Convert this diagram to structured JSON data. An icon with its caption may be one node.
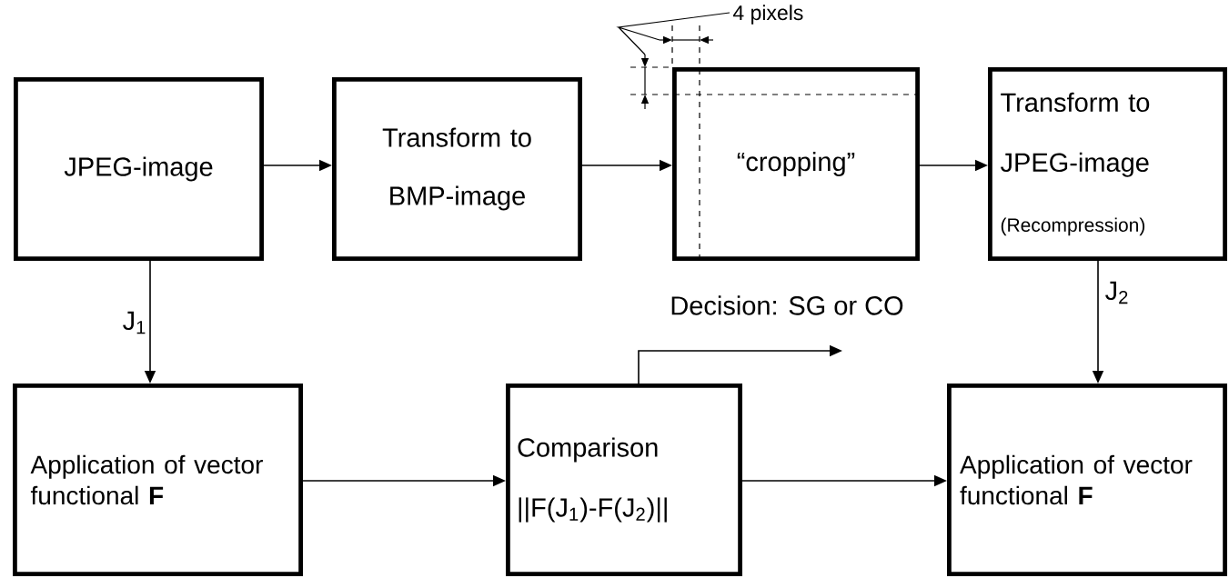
{
  "diagram": {
    "nodes": [
      {
        "text": [
          "JPEG-image"
        ]
      },
      {
        "text": [
          "Transform to BMP-image"
        ]
      },
      {
        "text": [
          "“cropping”"
        ]
      },
      {
        "text": [
          "Transform to JPEG-image",
          "(Recompression)"
        ]
      },
      {
        "text": [
          "Application of vector functional **F**"
        ]
      },
      {
        "text": [
          "Comparison",
          "||F(J$_{1}$)-F(J$_{2}$)||"
        ]
      },
      {
        "text": [
          "Application of vector functional **F**"
        ]
      }
    ],
    "edges": [
      {
        "from": 0,
        "to": 1,
        "arrow": "to"
      },
      {
        "from": 1,
        "to": 2,
        "arrow": "to"
      },
      {
        "from": 2,
        "to": 3,
        "arrow": "to"
      },
      {
        "from": 0,
        "to": 4,
        "arrow": "to",
        "label": "J$_{1}$"
      },
      {
        "from": 3,
        "to": 6,
        "arrow": "to",
        "label": "J$_{2}$"
      },
      {
        "from": 4,
        "to": 5,
        "arrow": "to"
      },
      {
        "from": 5,
        "to": 6,
        "arrow": "to"
      },
      {
        "from": 5,
        "to": null,
        "arrow": "to",
        "label": "Decision: SG or CO"
      }
    ],
    "labels": [
      "4 pixels"
    ]
  }
}
